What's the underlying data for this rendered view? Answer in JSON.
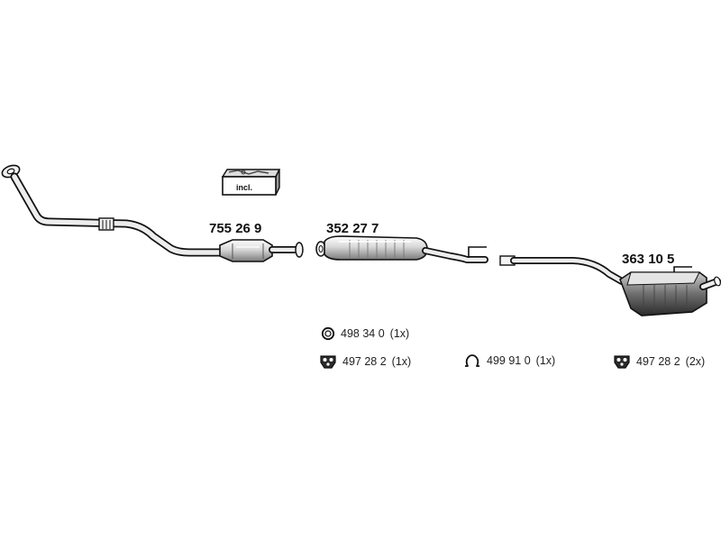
{
  "parts": {
    "front_pipe": {
      "number": "755 26 9"
    },
    "center_silencer": {
      "number": "352 27 7"
    },
    "rear_silencer": {
      "number": "363 10 5"
    }
  },
  "kit": {
    "label": "incl."
  },
  "accessories": [
    {
      "icon": "ring-gasket-icon",
      "number": "498 34 0",
      "qty": "(1x)"
    },
    {
      "icon": "rubber-mount-icon",
      "number": "497 28 2",
      "qty": "(1x)"
    },
    {
      "icon": "omega-hanger-icon",
      "number": "499 91 0",
      "qty": "(1x)"
    },
    {
      "icon": "rubber-mount-icon",
      "number": "497 28 2",
      "qty": "(2x)"
    }
  ],
  "colors": {
    "line": "#111111",
    "metal_light": "#e6e6e6",
    "metal_dark": "#8c8c8c"
  }
}
